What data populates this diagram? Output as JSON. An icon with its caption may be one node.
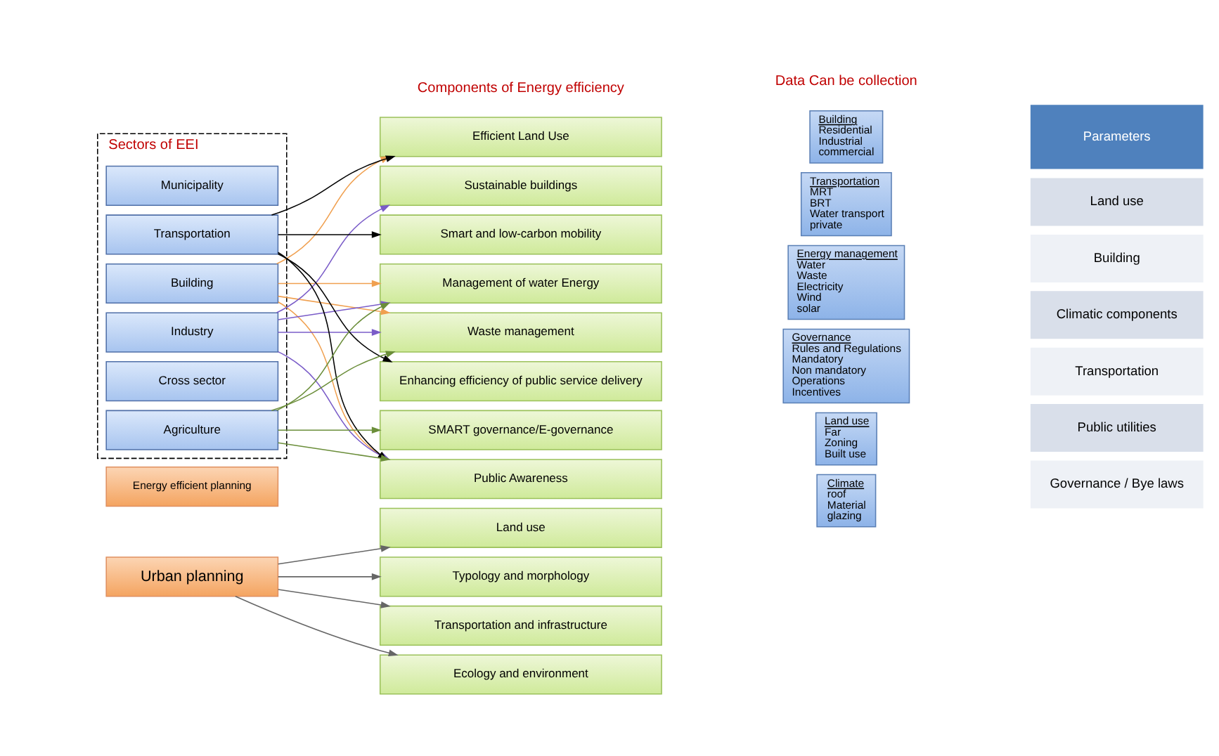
{
  "diagram": {
    "nodes": [
      {
        "text": [
          "Energy efficient planning"
        ]
      },
      {
        "text": [
          "Sectors of EEI"
        ]
      },
      {
        "text": [
          "Building"
        ],
        "in": 1
      },
      {
        "text": [
          "Industry"
        ],
        "in": 1
      },
      {
        "text": [
          "Municipality"
        ],
        "in": 1
      },
      {
        "text": [
          "Transportation"
        ],
        "in": 1
      },
      {
        "text": [
          "Agriculture"
        ],
        "in": 1
      },
      {
        "text": [
          "Cross sector"
        ],
        "in": 1
      },
      {
        "text": [
          "Efficient Land Use"
        ]
      },
      {
        "text": [
          "Sustainable buildings"
        ]
      },
      {
        "text": [
          "Smart and low-carbon mobility"
        ]
      },
      {
        "text": [
          "Management of water Energy"
        ]
      },
      {
        "text": [
          "Waste management"
        ]
      },
      {
        "text": [
          "Enhancing efficiency of public service delivery"
        ]
      },
      {
        "text": [
          "SMART governance/E-governance"
        ]
      },
      {
        "text": [
          "Public Awareness"
        ]
      },
      {
        "text": [
          "Urban planning"
        ]
      },
      {
        "text": [
          "Land use"
        ]
      },
      {
        "text": [
          "Typology and morphology"
        ]
      },
      {
        "text": [
          "Transportation and infrastructure"
        ]
      },
      {
        "text": [
          "Ecology and environment"
        ]
      },
      {
        "text": [
          "Building",
          "Residential",
          "Industrial",
          "commercial"
        ]
      },
      {
        "text": [
          "Transportation",
          "MRT",
          "BRT",
          "Water transport",
          "private"
        ]
      },
      {
        "text": [
          "Energy management",
          "Water",
          "Waste",
          "Electricity",
          "Wind",
          "solar"
        ]
      },
      {
        "text": [
          "Governance",
          "Rules and Regulations",
          "Mandatory",
          "Non mandatory",
          "Operations",
          "Incentives"
        ]
      },
      {
        "text": [
          "Land use",
          "Far",
          "Zoning",
          "Built use"
        ]
      },
      {
        "text": [
          "Climate",
          "roof",
          "Material",
          "glazing"
        ]
      }
    ],
    "edges": [
      {
        "from": 2,
        "to": 8,
        "arrow": "to",
        "color": "#f0a050"
      },
      {
        "from": 2,
        "to": 11,
        "arrow": "to",
        "color": "#f0a050"
      },
      {
        "from": 2,
        "to": 12,
        "arrow": "to",
        "color": "#f0a050"
      },
      {
        "from": 2,
        "to": 15,
        "arrow": "to",
        "color": "#f0a050"
      },
      {
        "from": 3,
        "to": 9,
        "arrow": "to",
        "color": "#7a5cc8"
      },
      {
        "from": 3,
        "to": 11,
        "arrow": "to",
        "color": "#7a5cc8"
      },
      {
        "from": 3,
        "to": 12,
        "arrow": "to",
        "color": "#7a5cc8"
      },
      {
        "from": 3,
        "to": 15,
        "arrow": "to",
        "color": "#7a5cc8"
      },
      {
        "from": 5,
        "to": 8,
        "arrow": "to",
        "color": "#000000"
      },
      {
        "from": 5,
        "to": 10,
        "arrow": "to",
        "color": "#000000"
      },
      {
        "from": 5,
        "to": 13,
        "arrow": "to",
        "color": "#000000"
      },
      {
        "from": 5,
        "to": 15,
        "arrow": "to",
        "color": "#000000"
      },
      {
        "from": 6,
        "to": 11,
        "arrow": "to",
        "color": "#6b8e3a"
      },
      {
        "from": 6,
        "to": 12,
        "arrow": "to",
        "color": "#6b8e3a"
      },
      {
        "from": 6,
        "to": 14,
        "arrow": "to",
        "color": "#6b8e3a"
      },
      {
        "from": 6,
        "to": 15,
        "arrow": "to",
        "color": "#6b8e3a"
      },
      {
        "from": 16,
        "to": 17,
        "arrow": "to",
        "color": "#666666"
      },
      {
        "from": 16,
        "to": 18,
        "arrow": "to",
        "color": "#666666"
      },
      {
        "from": 16,
        "to": 19,
        "arrow": "to",
        "color": "#666666"
      },
      {
        "from": 16,
        "to": 20,
        "arrow": "to",
        "color": "#666666"
      }
    ],
    "labels": [
      "Components of Energy efficiency",
      "Data Can be collection",
      "Parameters",
      "Land use",
      "Building",
      "Climatic components",
      "Transportation",
      "Public utilities",
      "Governance / Bye laws"
    ]
  }
}
